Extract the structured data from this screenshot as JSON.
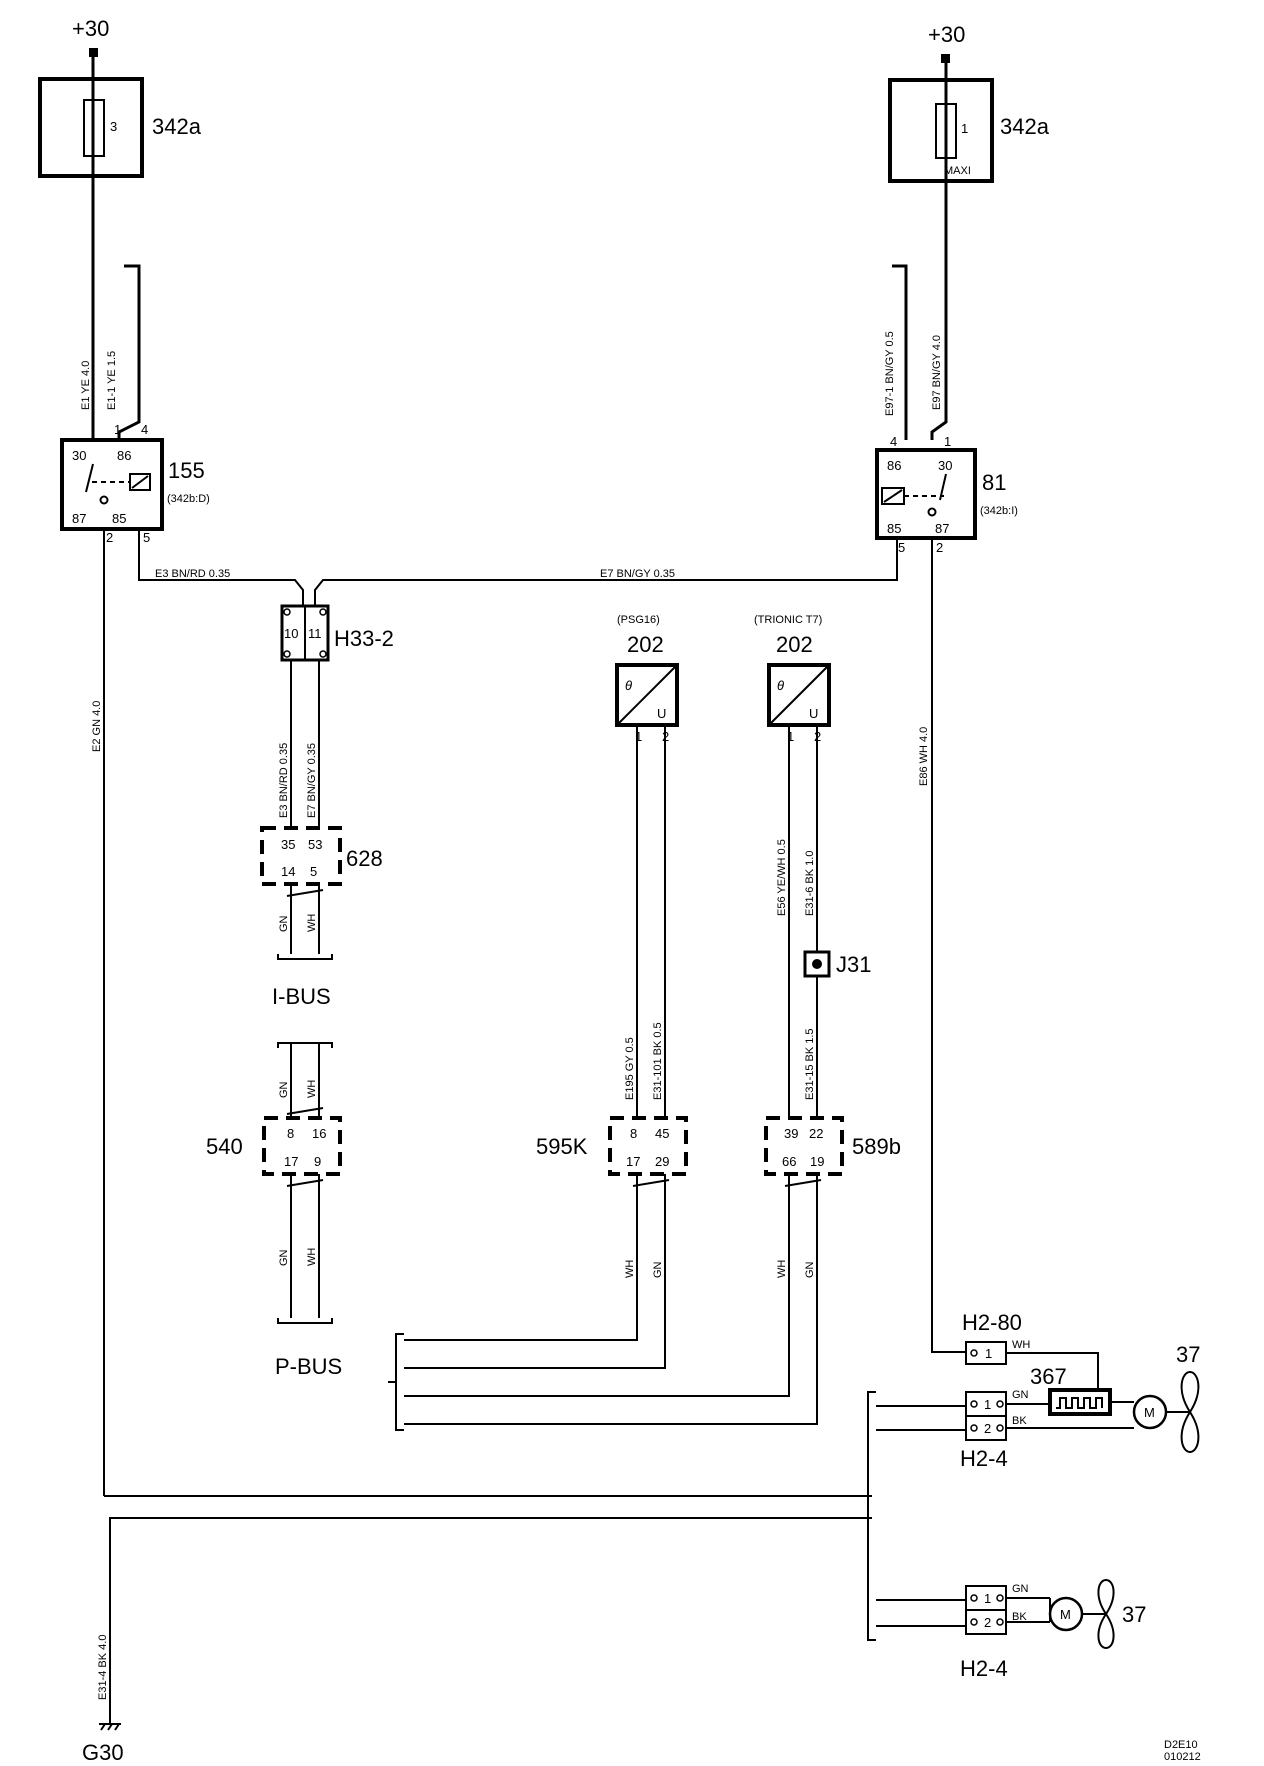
{
  "supply": {
    "left": "+30",
    "right": "+30"
  },
  "fuse_box": {
    "left": "342a",
    "right": "342a",
    "left_fuse_no": "3",
    "right_fuse_no": "1",
    "right_fuse_type": "MAXI"
  },
  "relay_155": {
    "id": "155",
    "location": "(342b:D)",
    "pins": [
      "30",
      "86",
      "87",
      "85"
    ],
    "terminals": [
      "1",
      "4",
      "2",
      "5"
    ]
  },
  "relay_81": {
    "id": "81",
    "location": "(342b:I)",
    "pins": [
      "86",
      "30",
      "85",
      "87"
    ],
    "terminals": [
      "4",
      "1",
      "5",
      "2"
    ]
  },
  "wires": {
    "e1": "E1  YE  4.0",
    "e1_1": "E1-1  YE  1.5",
    "e97_1": "E97-1  BN/GY  0.5",
    "e97": "E97  BN/GY  4.0",
    "e3": "E3    BN/RD     0.35",
    "e7": "E7    BN/GY     0.35",
    "e2": "E2  GN  4.0",
    "e86": "E86  WH  4.0",
    "h33_e3": "E3  BN/RD  0.35",
    "h33_e7": "E7  BN/GY  0.35",
    "c628_gn": "GN",
    "c628_wh": "WH",
    "ibus_gn": "GN",
    "ibus_wh": "WH",
    "pbus_gn": "GN",
    "pbus_wh": "WH",
    "e195": "E195  GY  0.5",
    "e31_101": "E31-101  BK  0.5",
    "e56": "E56  YE/WH  0.5",
    "e31_6": "E31-6  BK  1.0",
    "e31_15": "E31-15  BK  1.5",
    "c595_wh": "WH",
    "c595_gn": "GN",
    "c589_wh": "WH",
    "c589_gn": "GN",
    "e31_4": "E31-4  BK  4.0"
  },
  "connectors": {
    "h33_2": {
      "id": "H33-2",
      "pins": [
        "10",
        "11"
      ]
    },
    "c628": {
      "id": "628",
      "pins_top": [
        "35",
        "53"
      ],
      "pins_bottom": [
        "14",
        "5"
      ]
    },
    "c540": {
      "id": "540",
      "pins_top": [
        "8",
        "16"
      ],
      "pins_bottom": [
        "17",
        "9"
      ]
    },
    "c595k": {
      "id": "595K",
      "pins_top": [
        "8",
        "45"
      ],
      "pins_bottom": [
        "17",
        "29"
      ]
    },
    "c589b": {
      "id": "589b",
      "pins_top": [
        "39",
        "22"
      ],
      "pins_bottom": [
        "66",
        "19"
      ]
    },
    "h2_80": {
      "id": "H2-80",
      "pin": "1",
      "wire": "WH"
    },
    "h2_4_top": {
      "id": "H2-4",
      "pins": [
        "1",
        "2"
      ],
      "wires": [
        "GN",
        "BK"
      ]
    },
    "h2_4_bottom": {
      "id": "H2-4",
      "pins": [
        "1",
        "2"
      ],
      "wires": [
        "GN",
        "BK"
      ]
    }
  },
  "sensors": {
    "psg16": {
      "label": "(PSG16)",
      "id": "202",
      "pins": [
        "1",
        "2"
      ]
    },
    "trionic": {
      "label": "(TRIONIC T7)",
      "id": "202",
      "pins": [
        "1",
        "2"
      ]
    },
    "symbol_theta": "θ",
    "symbol_u": "U"
  },
  "splice": "J31",
  "buses": {
    "ibus": "I-BUS",
    "pbus": "P-BUS"
  },
  "resistor_367": "367",
  "fans": {
    "top": "37",
    "bottom": "37",
    "motor_symbol": "M"
  },
  "ground": "G30",
  "footer": {
    "code": "D2E10",
    "date": "010212"
  }
}
